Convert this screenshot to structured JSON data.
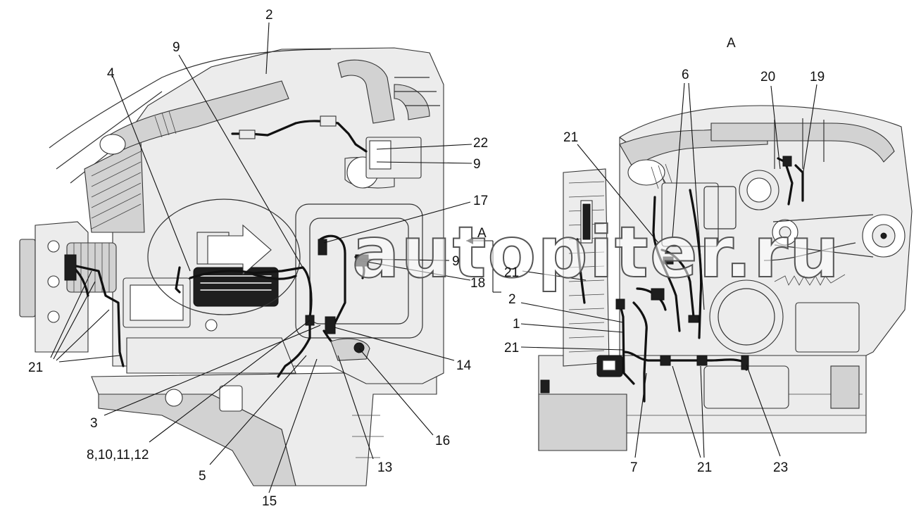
{
  "watermark": "autopiter.ru",
  "view_label": "A",
  "view_marker": "A",
  "left_view": {
    "labels": {
      "l2": "2",
      "l9_top": "9",
      "l4": "4",
      "l22": "22",
      "l9_right": "9",
      "l17": "17",
      "l9_mid": "9",
      "l18": "18",
      "l14": "14",
      "l16": "16",
      "l13": "13",
      "l15": "15",
      "l5": "5",
      "l8_10_11_12": "8,10,11,12",
      "l3": "3",
      "l21": "21"
    }
  },
  "right_view": {
    "labels": {
      "l6": "6",
      "l20": "20",
      "l19": "19",
      "l21_top": "21",
      "l21_mid": "21",
      "l2": "2",
      "l1": "1",
      "l21_low": "21",
      "l7": "7",
      "l21_bottom": "21",
      "l23": "23"
    }
  },
  "colors": {
    "line": "#222222",
    "shade": "#cfcfcf",
    "fill": "#ececec"
  }
}
